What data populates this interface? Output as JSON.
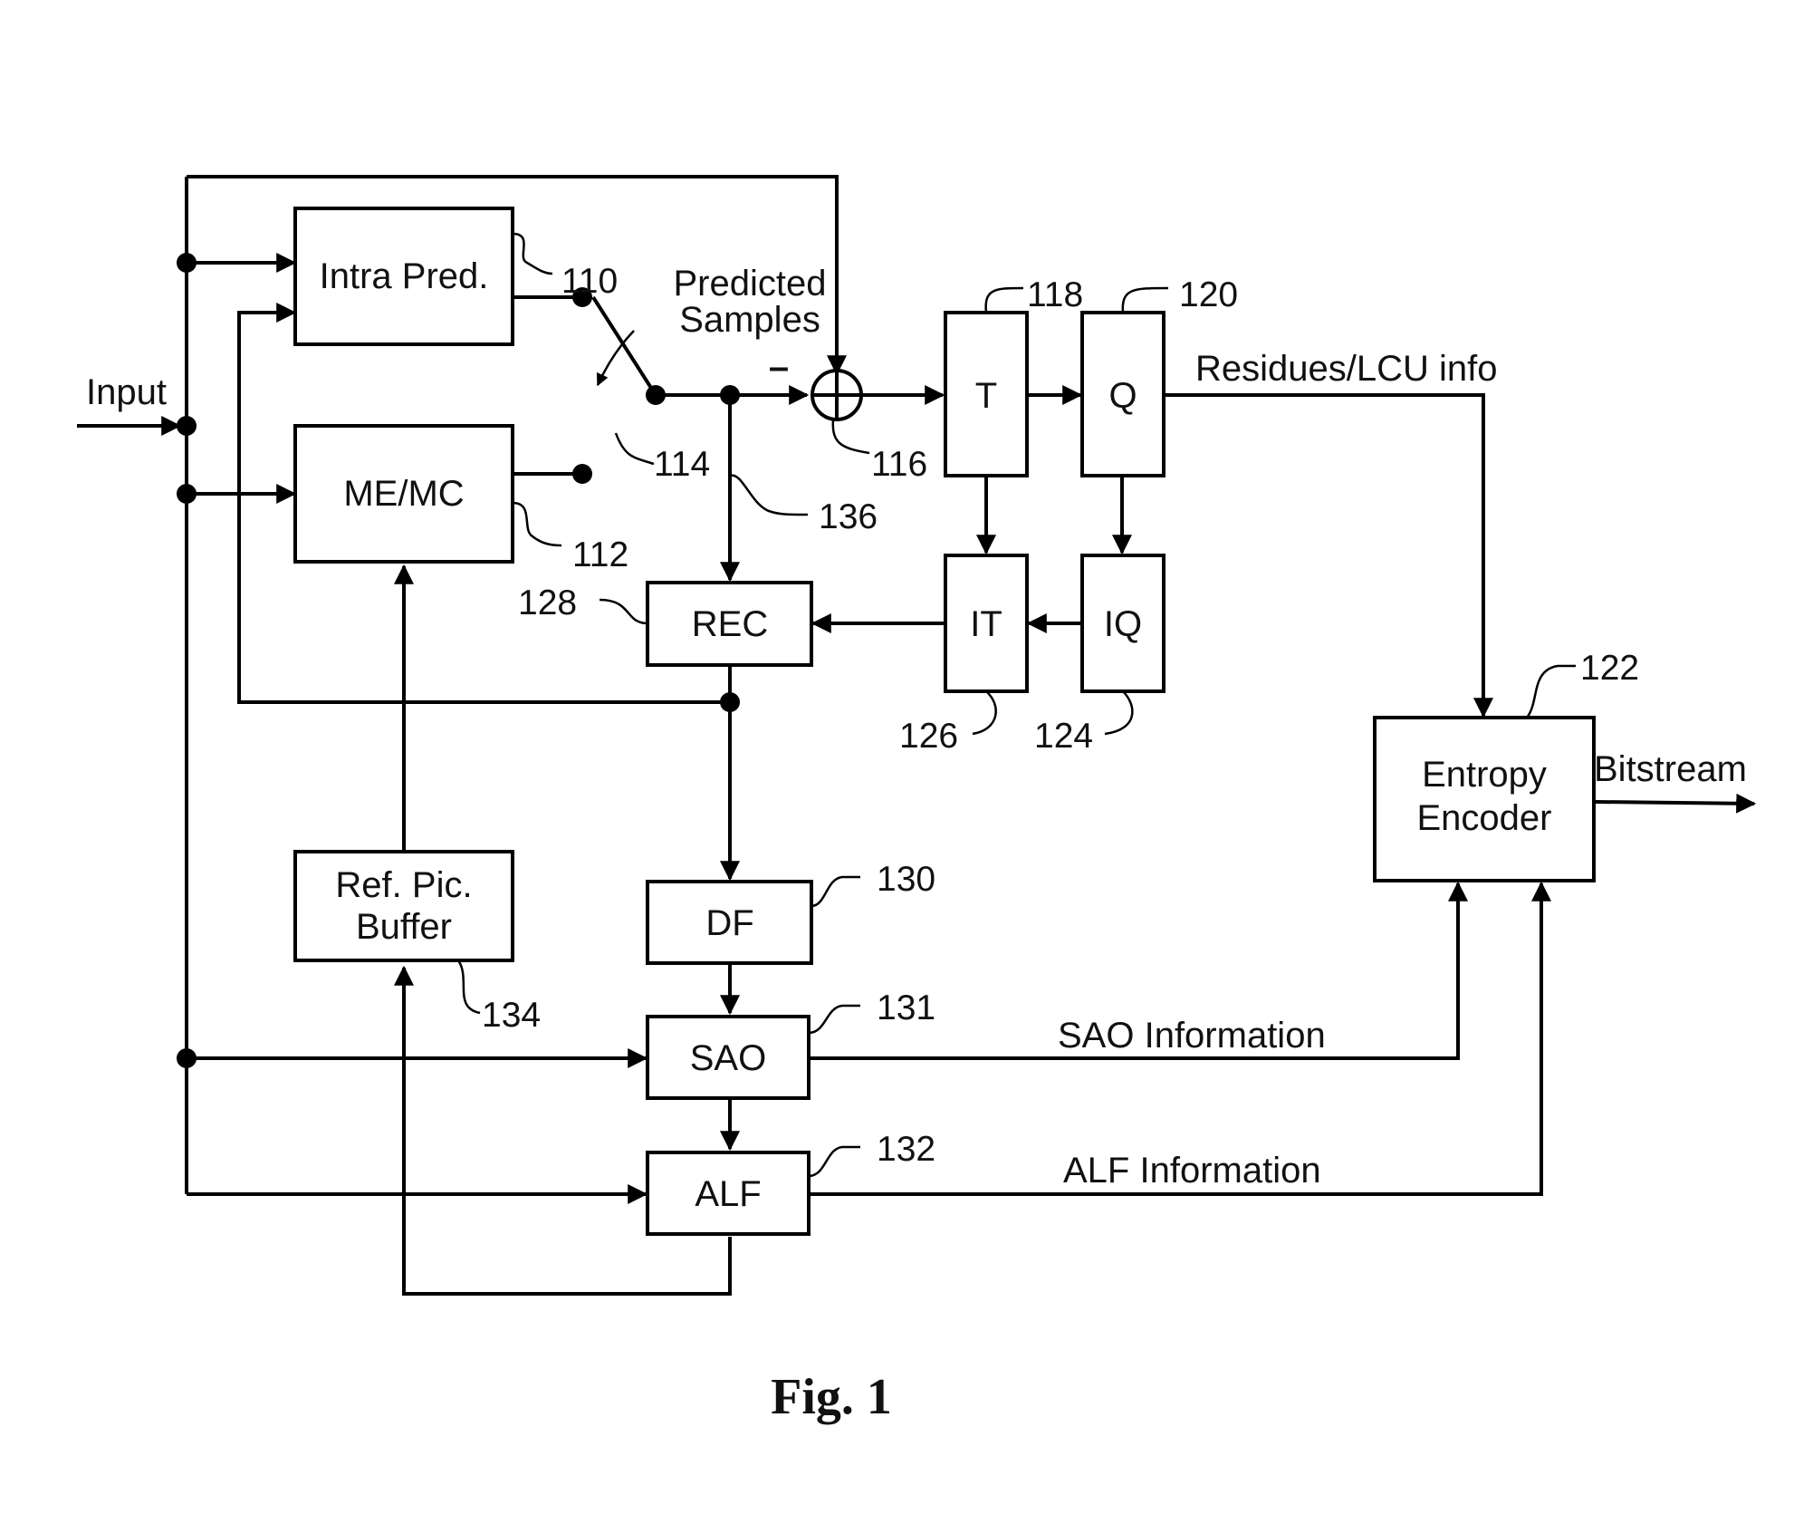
{
  "blocks": {
    "intra_pred": "Intra Pred.",
    "me_mc": "ME/MC",
    "transform": "T",
    "quant": "Q",
    "inv_quant": "IQ",
    "inv_transform": "IT",
    "rec": "REC",
    "df": "DF",
    "sao": "SAO",
    "alf": "ALF",
    "ref_pic_buffer": [
      "Ref. Pic.",
      "Buffer"
    ],
    "entropy_encoder": [
      "Entropy",
      "Encoder"
    ]
  },
  "labels": {
    "input": "Input",
    "predicted_samples": [
      "Predicted",
      "Samples"
    ],
    "residues": "Residues/LCU info",
    "bitstream": "Bitstream",
    "sao_info": "SAO Information",
    "alf_info": "ALF Information",
    "minus": "–"
  },
  "refs": {
    "intra_pred": "110",
    "me_mc": "112",
    "switch": "114",
    "adder": "116",
    "transform": "118",
    "quant": "120",
    "entropy": "122",
    "inv_quant": "124",
    "inv_transform": "126",
    "rec": "128",
    "df": "130",
    "sao": "131",
    "alf": "132",
    "ref_pic_buffer": "134",
    "predictor": "136"
  },
  "caption": "Fig. 1"
}
